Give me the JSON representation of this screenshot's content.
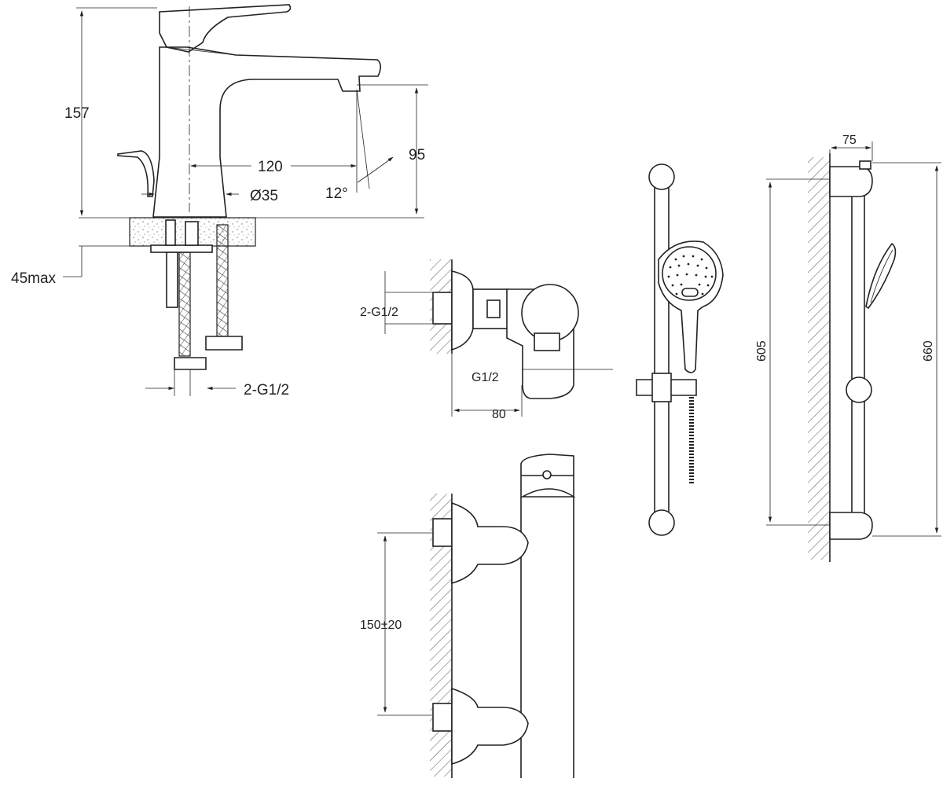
{
  "drawings": {
    "basin_mixer": {
      "height_label": "157",
      "spout_reach_label": "120",
      "spout_height_label": "95",
      "diameter_label": "Ø35",
      "angle_label": "12°",
      "counter_thickness_label": "45max",
      "connection_label": "2-G1/2"
    },
    "shower_mixer_side": {
      "connection_label": "2-G1/2",
      "outlet_label": "G1/2",
      "depth_label": "80"
    },
    "shower_mixer_front": {
      "center_distance_label": "150±20"
    },
    "shower_rail": {
      "wall_distance_label": "75",
      "bracket_spacing_label": "605",
      "overall_height_label": "660"
    }
  },
  "colors": {
    "line": "#222222",
    "background": "#ffffff"
  }
}
